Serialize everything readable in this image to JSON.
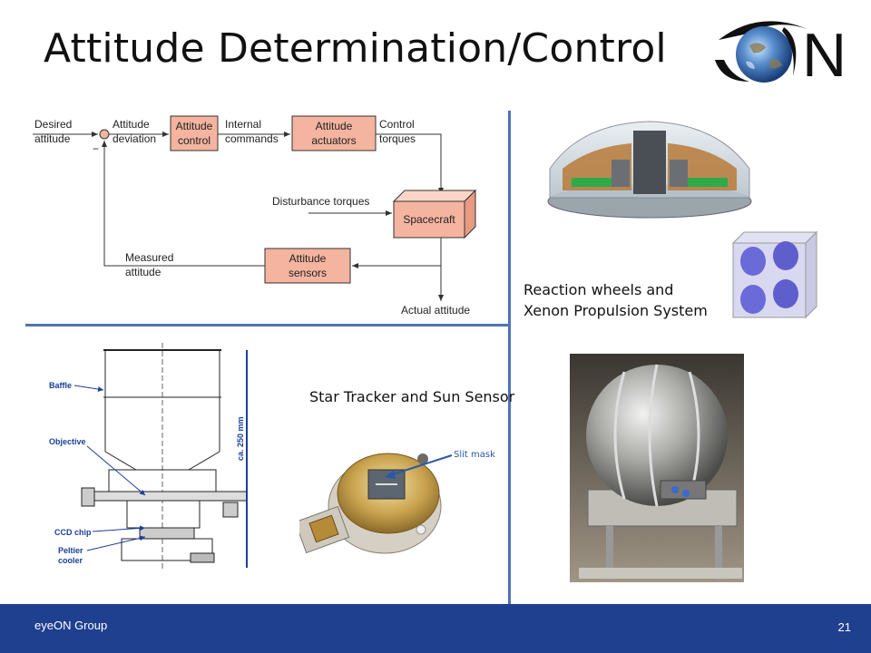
{
  "slide": {
    "title": "Attitude Determination/Control",
    "page_number": "21",
    "footer": "eyeON Group"
  },
  "logo": {
    "letter": "N"
  },
  "diagram": {
    "desired": [
      "Desired",
      "attitude"
    ],
    "deviation": [
      "Attitude",
      "deviation"
    ],
    "control": [
      "Attitude",
      "control"
    ],
    "internal": [
      "Internal",
      "commands"
    ],
    "actuators": [
      "Attitude",
      "actuators"
    ],
    "ctorques": [
      "Control",
      "torques"
    ],
    "disturbance": "Disturbance torques",
    "spacecraft": "Spacecraft",
    "measured": [
      "Measured",
      "attitude"
    ],
    "sensors": [
      "Attitude",
      "sensors"
    ],
    "actual": "Actual attitude",
    "minus": "−"
  },
  "star_tracker": {
    "baffle": "Baffle",
    "objective": "Objective",
    "ccd": "CCD chip",
    "peltier": [
      "Peltier",
      "cooler"
    ],
    "length": "ca. 250 mm"
  },
  "captions": {
    "star_tracker": "Star Tracker and Sun Sensor",
    "slit_mask": "Slit mask",
    "reaction_line1": "Reaction wheels and",
    "reaction_line2": "Xenon Propulsion System"
  }
}
